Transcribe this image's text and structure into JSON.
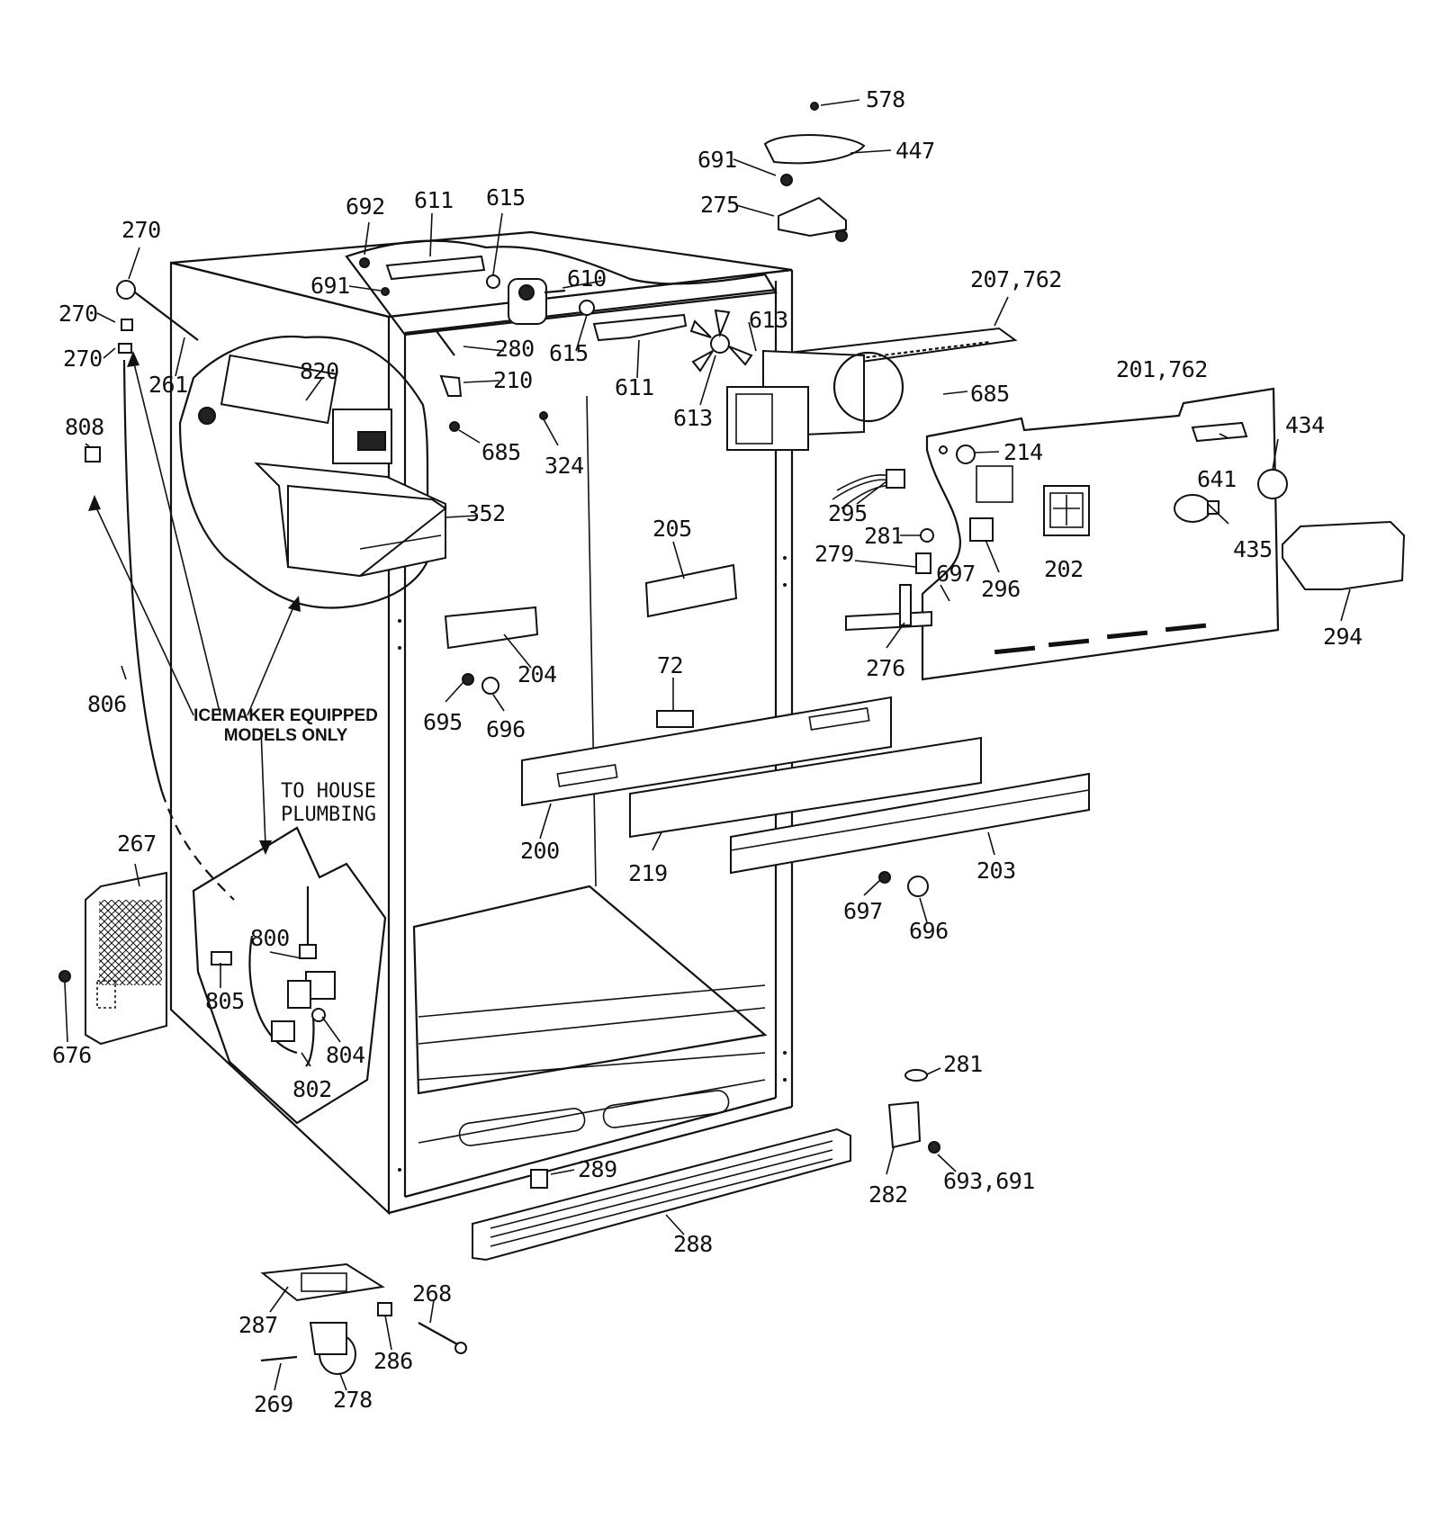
{
  "labels": {
    "l578": "578",
    "l447": "447",
    "l691a": "691",
    "l275": "275",
    "l692": "692",
    "l611a": "611",
    "l615a": "615",
    "l270a": "270",
    "l270b": "270",
    "l270c": "270",
    "l691b": "691",
    "l610": "610",
    "l613a": "613",
    "l207": "207,762",
    "l261": "261",
    "l280": "280",
    "l615b": "615",
    "l820": "820",
    "l210": "210",
    "l611b": "611",
    "l685a": "685",
    "l201": "201,762",
    "l613b": "613",
    "l685b": "685",
    "l808": "808",
    "l324": "324",
    "l434": "434",
    "l214": "214",
    "l641": "641",
    "l352": "352",
    "l295": "295",
    "l205": "205",
    "l281a": "281",
    "l435": "435",
    "l279": "279",
    "l697a": "697",
    "l202": "202",
    "l296": "296",
    "l294": "294",
    "l276": "276",
    "l204": "204",
    "l72": "72",
    "l806": "806",
    "l695": "695",
    "l696a": "696",
    "l200": "200",
    "l219": "219",
    "l203": "203",
    "l267": "267",
    "l697b": "697",
    "l696b": "696",
    "l800": "800",
    "l805": "805",
    "l804": "804",
    "l676": "676",
    "l802": "802",
    "l281b": "281",
    "l289": "289",
    "l282": "282",
    "l693": "693,691",
    "l288": "288",
    "l268": "268",
    "l287": "287",
    "l286": "286",
    "l269": "269",
    "l278": "278"
  },
  "notes": {
    "icemaker_line1": "ICEMAKER EQUIPPED",
    "icemaker_line2": "MODELS ONLY",
    "plumbing_line1": "TO HOUSE",
    "plumbing_line2": "PLUMBING"
  }
}
